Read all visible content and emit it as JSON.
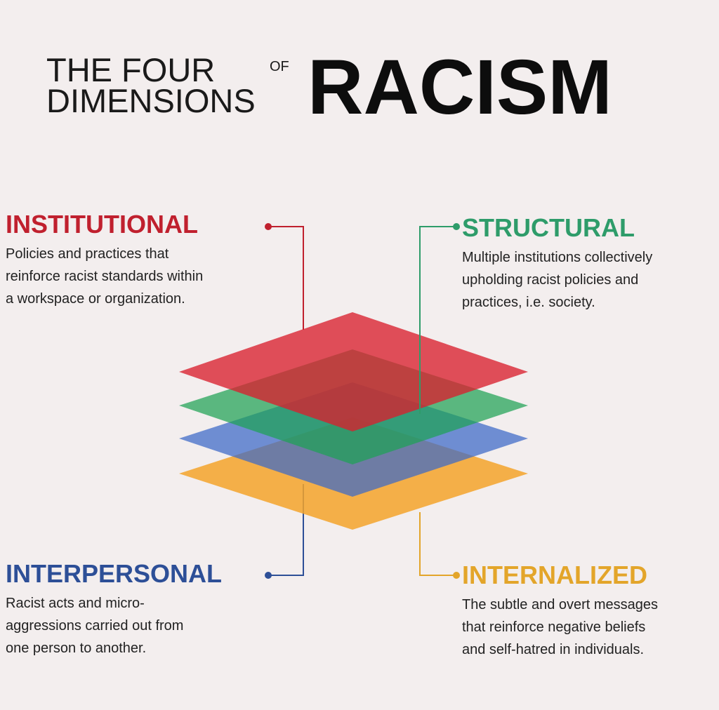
{
  "title": {
    "line1": "THE FOUR",
    "of": "OF",
    "line2": "DIMENSIONS",
    "big": "RACISM"
  },
  "dimensions": {
    "institutional": {
      "title": "INSTITUTIONAL",
      "desc": [
        "Policies and practices that",
        "reinforce racist standards within",
        "a workspace or organization."
      ],
      "color": "#c0202e"
    },
    "structural": {
      "title": "STRUCTURAL",
      "desc": [
        "Multiple institutions collectively",
        "upholding racist policies and",
        "practices, i.e. society."
      ],
      "color": "#2e9c6a"
    },
    "interpersonal": {
      "title": "INTERPERSONAL",
      "desc": [
        "Racist acts and micro-",
        "aggressions carried out from",
        "one person to another."
      ],
      "color": "#2d4f97"
    },
    "internalized": {
      "title": "INTERNALIZED",
      "desc": [
        "The subtle and overt messages",
        "that reinforce negative beliefs",
        "and self-hatred in individuals."
      ],
      "color": "#e3a52a"
    }
  },
  "layers": {
    "red": "#d8202e",
    "green": "#1fa255",
    "blue": "#3a68c8",
    "orange": "#f3a32a"
  }
}
